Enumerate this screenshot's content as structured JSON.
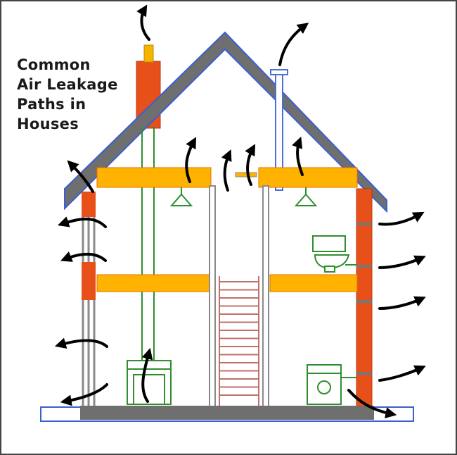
{
  "diagram": {
    "title_lines": [
      "Common",
      "Air Leakage",
      "Paths in",
      "Houses"
    ]
  },
  "colors": {
    "roof": "#6f6f6f",
    "roof_outline": "#3a5fd0",
    "chimney": "#e8501a",
    "flue_cap": "#f5b400",
    "floor_beam": "#ffb300",
    "floor_beam_edge": "#e07000",
    "wall_stud": "#8a8a8a",
    "brick": "#e8501a",
    "fixture": "#2f8f2f",
    "vent_pipe": "#4a6fd8",
    "stair_tread": "#c0706a",
    "foundation": "#6f6f6f",
    "arrow": "#000000"
  },
  "icons": [
    "airflow-arrow-icon",
    "light-fixture-icon",
    "toilet-icon",
    "washing-machine-icon",
    "furnace-icon"
  ]
}
